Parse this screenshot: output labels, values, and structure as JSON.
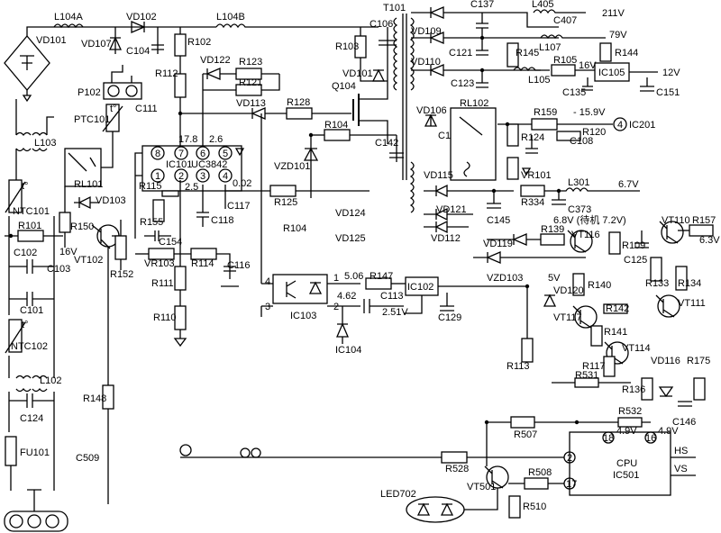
{
  "labels": {
    "L104A": "L104A",
    "VD102": "VD102",
    "L104B": "L104B",
    "T101": "T101",
    "VD101_bridge": "VD101",
    "VD107": "VD107",
    "C104": "C104",
    "R102": "R102",
    "R112": "R112",
    "VD122": "VD122",
    "R123": "R123",
    "R121": "R121",
    "P102": "P102",
    "PTC101": "PTC101",
    "L103": "L103",
    "C111": "C111",
    "VD113": "VD113",
    "R128": "R128",
    "Q104": "Q104",
    "R103": "R103",
    "C106": "C106",
    "VD101_snub": "VD101",
    "VD109": "VD109",
    "VD110": "VD110",
    "C137": "C137",
    "L405": "L405",
    "C407": "C407",
    "v211": "211V",
    "C121": "C121",
    "L107": "L107",
    "v79": "79V",
    "R144": "R144",
    "R145": "R145",
    "R105": "R105",
    "v16": "16V",
    "IC105": "IC105",
    "v12": "12V",
    "C123": "C123",
    "L105": "L105",
    "C135": "C135",
    "C151": "C151",
    "VD106": "VD106",
    "RL102": "RL102",
    "C1": "C1",
    "R159": "R159",
    "vneg159": "- 15.9V",
    "n4": "4",
    "IC201": "IC201",
    "R120": "R120",
    "C108": "C108",
    "R124": "R124",
    "R104a": "R104",
    "C142": "C142",
    "VZD101": "VZD101",
    "VD115": "VD115",
    "VR101": "VR101",
    "v178": "17.8",
    "v26": "2.6",
    "IC101": "IC101",
    "UC3842": "UC3842",
    "p8": "8",
    "p7": "7",
    "p6": "6",
    "p5": "5",
    "p1": "1",
    "p2": "2",
    "p3": "3",
    "p4": "4",
    "v25": "2.5",
    "v002": "0.02",
    "RL101": "RL101",
    "NTC101": "NTC101",
    "VD103": "VD103",
    "R101": "R101",
    "R150": "R150",
    "v16b": "16V",
    "VT102": "VT102",
    "R155": "R155",
    "R115": "R115",
    "C118": "C118",
    "C117": "C117",
    "R125": "R125",
    "VD124": "VD124",
    "R104b": "R104",
    "VD125": "VD125",
    "R334": "R334",
    "L301": "L301",
    "v67": "6.7V",
    "C373": "C373",
    "VD121": "VD121",
    "C145": "C145",
    "VD112": "VD112",
    "v68": "6.8V (待机 7.2V)",
    "VT110": "VT110",
    "R157": "R157",
    "v63": "6.3V",
    "C102": "C102",
    "C103": "C103",
    "C154": "C154",
    "VR103": "VR103",
    "R114": "R114",
    "C116": "C116",
    "R152": "R152",
    "VD119": "VD119",
    "R139": "R139",
    "VT116": "VT116",
    "R109": "R109",
    "C125": "C125",
    "R133": "R133",
    "R134": "R134",
    "VT111": "VT111",
    "C101": "C101",
    "R111": "R111",
    "n4b": "4",
    "n1": "1",
    "v506": "5.06",
    "R147": "R147",
    "IC102": "IC102",
    "VZD103": "VZD103",
    "v5": "5V",
    "VD120": "VD120",
    "R140": "R140",
    "n3": "3",
    "n2": "2",
    "v462": "4.62",
    "C113": "C113",
    "C129": "C129",
    "v251": "2.51V",
    "IC103": "IC103",
    "VT117": "VT117",
    "R142": "R142",
    "R110": "R110",
    "NTC102": "NTC102",
    "IC104": "IC104",
    "R141": "R141",
    "VT114": "VT114",
    "R113": "R113",
    "VD116": "VD116",
    "R175": "R175",
    "L102": "L102",
    "R117": "R117",
    "R531": "R531",
    "R136": "R136",
    "C124": "C124",
    "R148": "R148",
    "C146": "C146",
    "R532": "R532",
    "v49a": "4.9V",
    "v49b": "4.9V",
    "R507": "R507",
    "n18": "18",
    "n16": "16",
    "FU101": "FU101",
    "C509": "C509",
    "R528": "R528",
    "n2b": "2",
    "HS": "HS",
    "CPU": "CPU",
    "IC501": "IC501",
    "VS": "VS",
    "VT501": "VT501",
    "R508": "R508",
    "n17": "17",
    "LED702": "LED702",
    "R510": "R510",
    "tmark": "t°",
    "tmark2": "t°",
    "tmark3": "t°"
  }
}
